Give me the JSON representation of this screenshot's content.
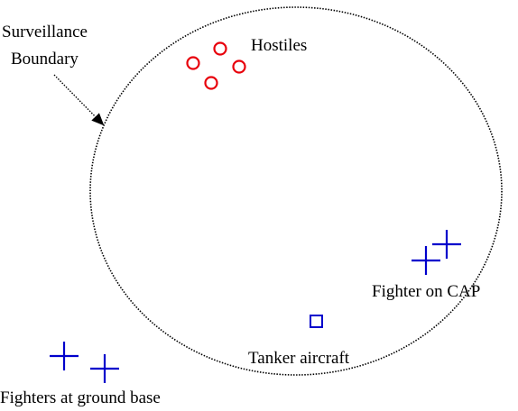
{
  "labels": {
    "surveillance_line1": "Surveillance",
    "surveillance_line2": "Boundary",
    "hostiles": "Hostiles",
    "fighter_cap": "Fighter on CAP",
    "tanker": "Tanker aircraft",
    "fighters_ground": "Fighters at ground base"
  },
  "colors": {
    "boundary": "#000000",
    "hostile": "#e8000b",
    "friendly": "#0000cc",
    "text": "#000000"
  },
  "symbols": {
    "hostile": "circle-marker",
    "fighter": "plus-marker",
    "tanker": "square-marker",
    "pointer": "arrow-pointer"
  }
}
